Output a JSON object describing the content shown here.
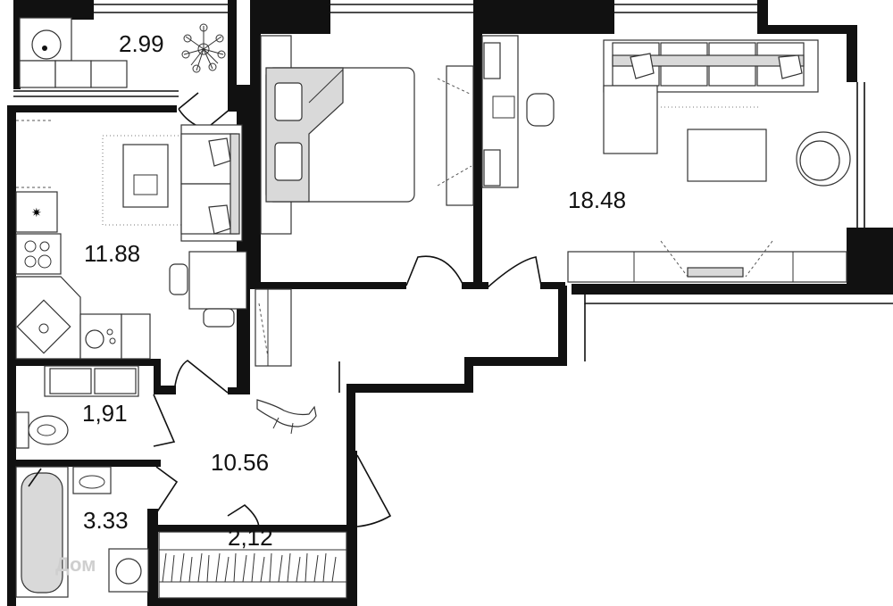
{
  "floorplan": {
    "rooms": [
      {
        "id": "balcony",
        "area": "2.99"
      },
      {
        "id": "kitchen",
        "area": "11.88"
      },
      {
        "id": "bedroom",
        "area": ""
      },
      {
        "id": "living-room",
        "area": "18.48"
      },
      {
        "id": "toilet",
        "area": "1,91"
      },
      {
        "id": "hallway",
        "area": "10.56"
      },
      {
        "id": "bathroom",
        "area": "3.33"
      },
      {
        "id": "loggia",
        "area": "2,12"
      }
    ],
    "watermark": "Дом"
  }
}
